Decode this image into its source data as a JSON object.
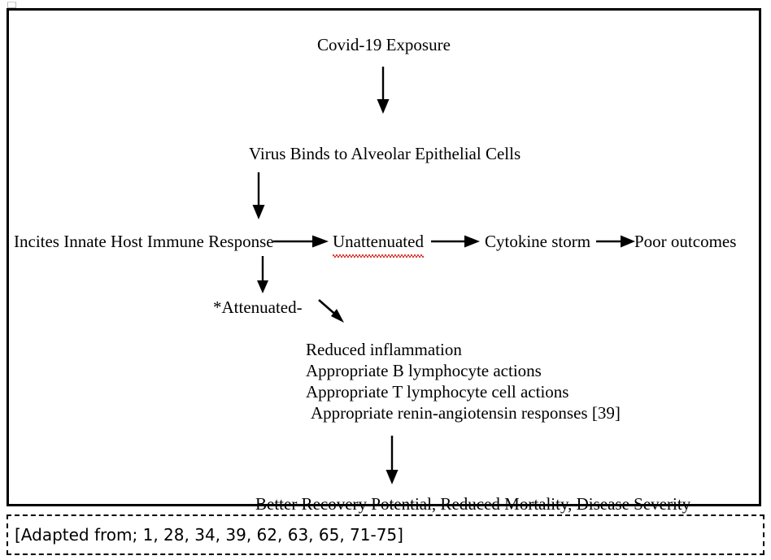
{
  "figure": {
    "nodes": {
      "exposure": "Covid-19 Exposure",
      "binding": "Virus Binds to Alveolar Epithelial Cells",
      "innate_response": "Incites Innate Host Immune Response",
      "unattenuated": "Unattenuated",
      "cytokine_storm": "Cytokine storm",
      "poor_outcomes": "Poor outcomes",
      "attenuated": "*Attenuated-",
      "final_outcome": "Better Recovery Potential, Reduced Mortality, Disease Severity"
    },
    "outcome_list": [
      "Reduced inflammation",
      "Appropriate B lymphocyte actions",
      "Appropriate T lymphocyte cell actions",
      "Appropriate renin-angiotensin responses [39]"
    ],
    "arrows": {
      "exposure_to_binding": "down-arrow-icon",
      "binding_to_innate": "down-arrow-icon",
      "innate_to_unattenuated": "right-arrow-icon",
      "unattenuated_to_cytokine": "right-arrow-icon",
      "cytokine_to_poor": "right-arrow-icon",
      "innate_to_attenuated": "down-arrow-icon",
      "attenuated_to_list": "diagonal-down-right-arrow-icon",
      "list_to_final": "down-arrow-icon"
    },
    "spellcheck": {
      "word": "Unattenuated",
      "marker_color": "#e03a3a"
    },
    "colors": {
      "text": "#000000",
      "frame_border": "#000000",
      "caption_border": "#000000",
      "background": "#ffffff"
    }
  },
  "caption": {
    "text": "[Adapted from; 1, 28, 34, 39, 62, 63, 65, 71-75]"
  },
  "anchor": {
    "icon": "object-anchor-handle-icon"
  }
}
